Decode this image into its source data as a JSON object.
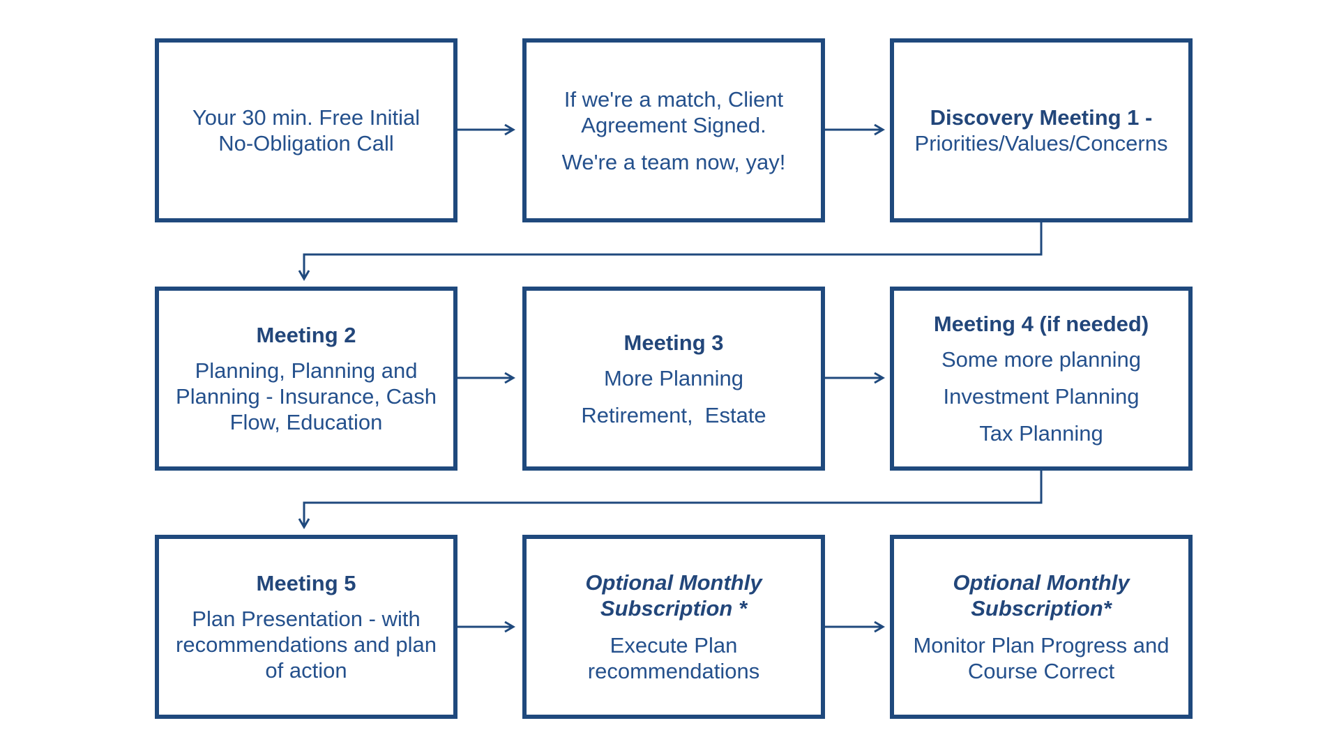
{
  "colors": {
    "border": "#1f497d",
    "text": "#24508c"
  },
  "boxes": {
    "b1": {
      "lines": [
        "Your 30 min. Free Initial No-Obligation Call"
      ]
    },
    "b2": {
      "line1": "If we're a match, Client Agreement Signed.",
      "line2": "We're a team now, yay!"
    },
    "b3": {
      "title": "Discovery Meeting 1 -",
      "line1": "Priorities/Values/Concerns"
    },
    "b4": {
      "title": "Meeting 2",
      "line1": "Planning, Planning and Planning - Insurance, Cash Flow, Education"
    },
    "b5": {
      "title": "Meeting 3",
      "line1": "More Planning",
      "line2": "Retirement,  Estate"
    },
    "b6": {
      "title": "Meeting 4 (if needed)",
      "line1": "Some more planning",
      "line2": "Investment Planning",
      "line3": "Tax Planning"
    },
    "b7": {
      "title": "Meeting 5",
      "line1": "Plan Presentation - with recommendations and plan of action"
    },
    "b8": {
      "title": "Optional Monthly Subscription *",
      "line1": "Execute Plan recommendations"
    },
    "b9": {
      "title": "Optional Monthly Subscription*",
      "line1": "Monitor Plan Progress and Course Correct"
    }
  }
}
